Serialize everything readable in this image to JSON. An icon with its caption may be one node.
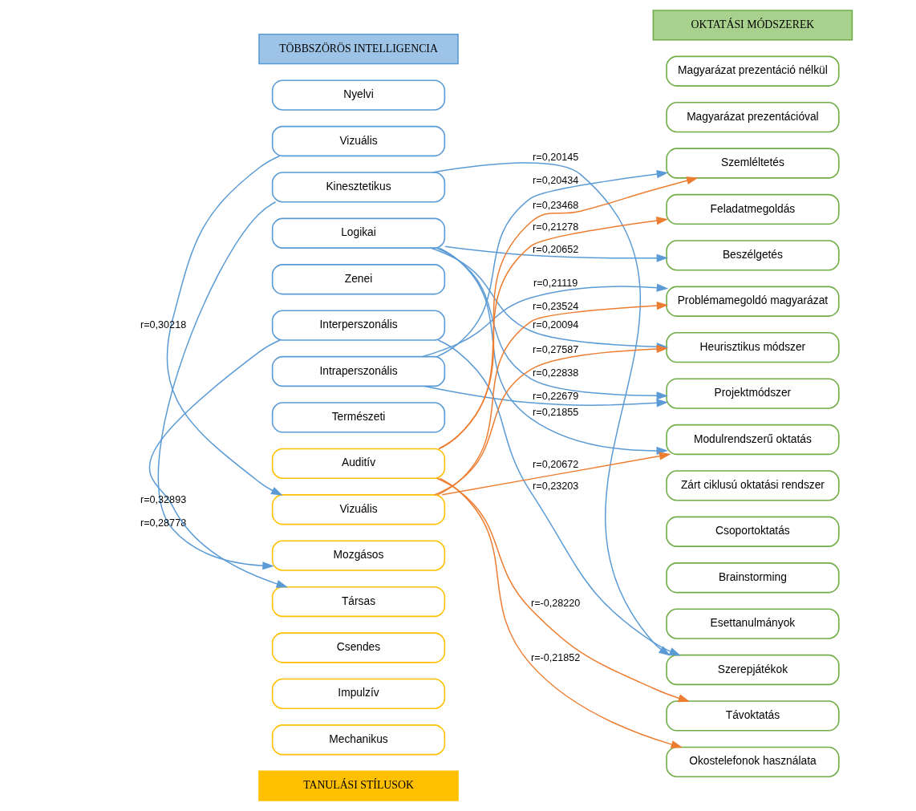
{
  "diagram": {
    "nodes": [
      {
        "text": [
          "TÖBBSZÖRÖS INTELLIGENCIA"
        ]
      },
      {
        "text": [
          "Nyelvi"
        ]
      },
      {
        "text": [
          "Vizuális"
        ]
      },
      {
        "text": [
          "Kinesztetikus"
        ]
      },
      {
        "text": [
          "Logikai"
        ]
      },
      {
        "text": [
          "Zenei"
        ]
      },
      {
        "text": [
          "Interperszonális"
        ]
      },
      {
        "text": [
          "Intraperszonális"
        ]
      },
      {
        "text": [
          "Természeti"
        ]
      },
      {
        "text": [
          "Auditív"
        ]
      },
      {
        "text": [
          "Vizuális"
        ]
      },
      {
        "text": [
          "Mozgásos"
        ]
      },
      {
        "text": [
          "Társas"
        ]
      },
      {
        "text": [
          "Csendes"
        ]
      },
      {
        "text": [
          "Impulzív"
        ]
      },
      {
        "text": [
          "Mechanikus"
        ]
      },
      {
        "text": [
          "TANULÁSI STÍLUSOK"
        ]
      },
      {
        "text": [
          "OKTATÁSI MÓDSZEREK"
        ]
      },
      {
        "text": [
          "Magyarázat prezentáció nélkül"
        ]
      },
      {
        "text": [
          "Magyarázat prezentációval"
        ]
      },
      {
        "text": [
          "Szemléltetés"
        ]
      },
      {
        "text": [
          "Feladatmegoldás"
        ]
      },
      {
        "text": [
          "Beszélgetés"
        ]
      },
      {
        "text": [
          "Problémamegoldó magyarázat"
        ]
      },
      {
        "text": [
          "Heurisztikus módszer"
        ]
      },
      {
        "text": [
          "Projektmódszer"
        ]
      },
      {
        "text": [
          "Modulrendszerű oktatás"
        ]
      },
      {
        "text": [
          "Zárt ciklusú oktatási rendszer"
        ]
      },
      {
        "text": [
          "Csoportoktatás"
        ]
      },
      {
        "text": [
          "Brainstorming"
        ]
      },
      {
        "text": [
          "Esettanulmányok"
        ]
      },
      {
        "text": [
          "Szerepjátékok"
        ]
      },
      {
        "text": [
          "Távoktatás"
        ]
      },
      {
        "text": [
          "Okostelefonok használata"
        ]
      }
    ],
    "edges": [
      {
        "from": 2,
        "to": 10,
        "arrow": "to",
        "label": "r=0,30218"
      },
      {
        "from": 3,
        "to": 11,
        "arrow": "to",
        "label": "r=0,28778"
      },
      {
        "from": 6,
        "to": 12,
        "arrow": "to",
        "label": "r=0,32893"
      },
      {
        "from": 3,
        "to": 31,
        "arrow": "to",
        "label": "r=0,20145"
      },
      {
        "from": 4,
        "to": 22,
        "arrow": "to",
        "label": "r=0,20652"
      },
      {
        "from": 4,
        "to": 24,
        "arrow": "to",
        "label": "r=0,20094"
      },
      {
        "from": 4,
        "to": 25,
        "arrow": "to",
        "label": "r=0,22838"
      },
      {
        "from": 4,
        "to": 26,
        "arrow": "to",
        "label": "r=0,21855"
      },
      {
        "from": 6,
        "to": 31,
        "arrow": "to",
        "label": "r=0,23203"
      },
      {
        "from": 7,
        "to": 20,
        "arrow": "to",
        "label": "r=0,20434"
      },
      {
        "from": 7,
        "to": 23,
        "arrow": "to",
        "label": "r=0,21119"
      },
      {
        "from": 7,
        "to": 25,
        "arrow": "to",
        "label": "r=0,22679"
      },
      {
        "from": 9,
        "to": 20,
        "arrow": "to",
        "label": "r=0,23468",
        "color": "#ed7d31"
      },
      {
        "from": 9,
        "to": 21,
        "arrow": "to",
        "label": "r=0,21278",
        "color": "#ed7d31"
      },
      {
        "from": 9,
        "to": 32,
        "arrow": "to",
        "label": "r=-0,28220",
        "color": "#ed7d31"
      },
      {
        "from": 9,
        "to": 33,
        "arrow": "to",
        "label": "r=-0,21852",
        "color": "#ed7d31"
      },
      {
        "from": 10,
        "to": 23,
        "arrow": "to",
        "label": "r=0,23524",
        "color": "#ed7d31"
      },
      {
        "from": 10,
        "to": 24,
        "arrow": "to",
        "label": "r=0,27587",
        "color": "#ed7d31"
      },
      {
        "from": 10,
        "to": 26,
        "arrow": "to",
        "label": "r=0,20672",
        "color": "#ed7d31"
      }
    ]
  }
}
